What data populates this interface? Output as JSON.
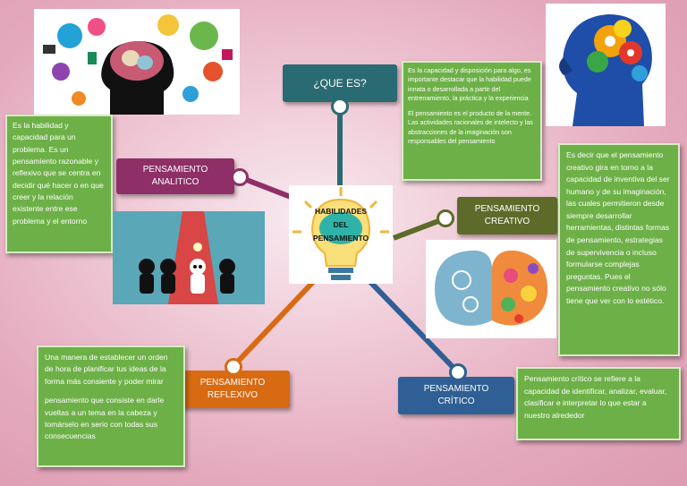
{
  "center": {
    "line1": "HABILIDADES",
    "line2": "DEL",
    "line3": "PENSAMIENTO"
  },
  "nodes": {
    "que_es": "¿QUE ES?",
    "analitico": {
      "line1": "PENSAMIENTO",
      "line2": "ANALITICO"
    },
    "creativo": {
      "line1": "PENSAMIENTO",
      "line2": "CREATIVO"
    },
    "reflexivo": {
      "line1": "PENSAMIENTO",
      "line2": "REFLEXIVO"
    },
    "critico": {
      "line1": "PENSAMIENTO",
      "line2": "CRÍTICO"
    }
  },
  "boxes": {
    "que_es_p1": "Es la capacidad y disposición para algo, es importante destacar que la habilidad puede innata o desarrollada a partir del entrenamiento, la práctica y la experiencia",
    "que_es_p2": "El pensamiento es el producto de la mente. Las actividades racionales de intelecto y las abstracciones de la imaginación son responsables del pensamiento",
    "analitico": "Es la habilidad y capacidad para un problema. Es un pensamiento razonable y reflexivo que se centra en decidir qué hacer o en que creer y la relación existente entre ese problema y el entorno",
    "creativo": "Es decir que el pensamiento creativo gira en torno a la capacidad de inventiva del ser humano y de su imaginación, las cuales permitieron desde siempre desarrollar herramientas, distintas formas de pensamiento, estrategias de supervivencia o incluso formularse complejas preguntas. Pues el pensamiento creativo no sólo tiene que ver con lo estético.",
    "reflexivo_p1": "Una manera de establecer un orden de hora de planificar tus ideas de la forma más consiente y poder mirar",
    "reflexivo_p2": "pensamiento que consiste en darle vueltas a un tema en la cabeza y tomárselo en serio con todas sus consecuencias",
    "critico": "Pensamiento crítico se refiere a la capacidad de identificar, analizar, evaluar, clasificar e interpretar lo que estar a nuestro alrededor"
  },
  "colors": {
    "teal": "#2a6b73",
    "purple": "#8e2f67",
    "olive": "#5e6a2a",
    "orange": "#d86a12",
    "blue": "#2f5f94",
    "green_box": "#6db047"
  }
}
